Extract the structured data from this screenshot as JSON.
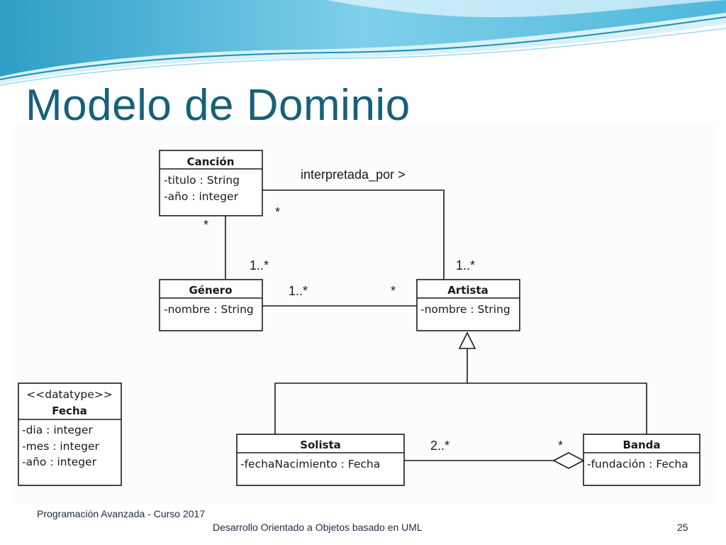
{
  "slide": {
    "title": "Modelo de Dominio",
    "colors": {
      "title": "#17607a",
      "wave_dark": "#1f8fb8",
      "wave_light": "#bfe8f6",
      "footer": "#202c4a"
    }
  },
  "diagram": {
    "classes": {
      "cancion": {
        "name": "Canción",
        "attributes": [
          "-titulo : String",
          "-año : integer"
        ]
      },
      "genero": {
        "name": "Género",
        "attributes": [
          "-nombre : String"
        ]
      },
      "artista": {
        "name": "Artista",
        "attributes": [
          "-nombre : String"
        ]
      },
      "fecha": {
        "stereotype": "<<datatype>>",
        "name": "Fecha",
        "attributes": [
          "-dia : integer",
          "-mes : integer",
          "-año : integer"
        ]
      },
      "solista": {
        "name": "Solista",
        "attributes": [
          "-fechaNacimiento : Fecha"
        ]
      },
      "banda": {
        "name": "Banda",
        "attributes": [
          "-fundación : Fecha"
        ]
      }
    },
    "associations": {
      "interpretada_por": {
        "label": "interpretada_por >",
        "mult_cancion": "*",
        "mult_artista": "1..*"
      },
      "cancion_genero": {
        "mult_cancion": "*",
        "mult_genero": "1..*"
      },
      "genero_artista": {
        "mult_genero": "1..*",
        "mult_artista": "*"
      },
      "banda_solista": {
        "mult_solista": "2..*",
        "mult_banda": "*",
        "kind": "aggregation"
      }
    },
    "generalization": {
      "parent": "Artista",
      "children": [
        "Solista",
        "Banda"
      ]
    }
  },
  "footer": {
    "course": "Programación Avanzada - Curso 2017",
    "subject": "Desarrollo Orientado a Objetos basado en UML",
    "page": "25"
  }
}
